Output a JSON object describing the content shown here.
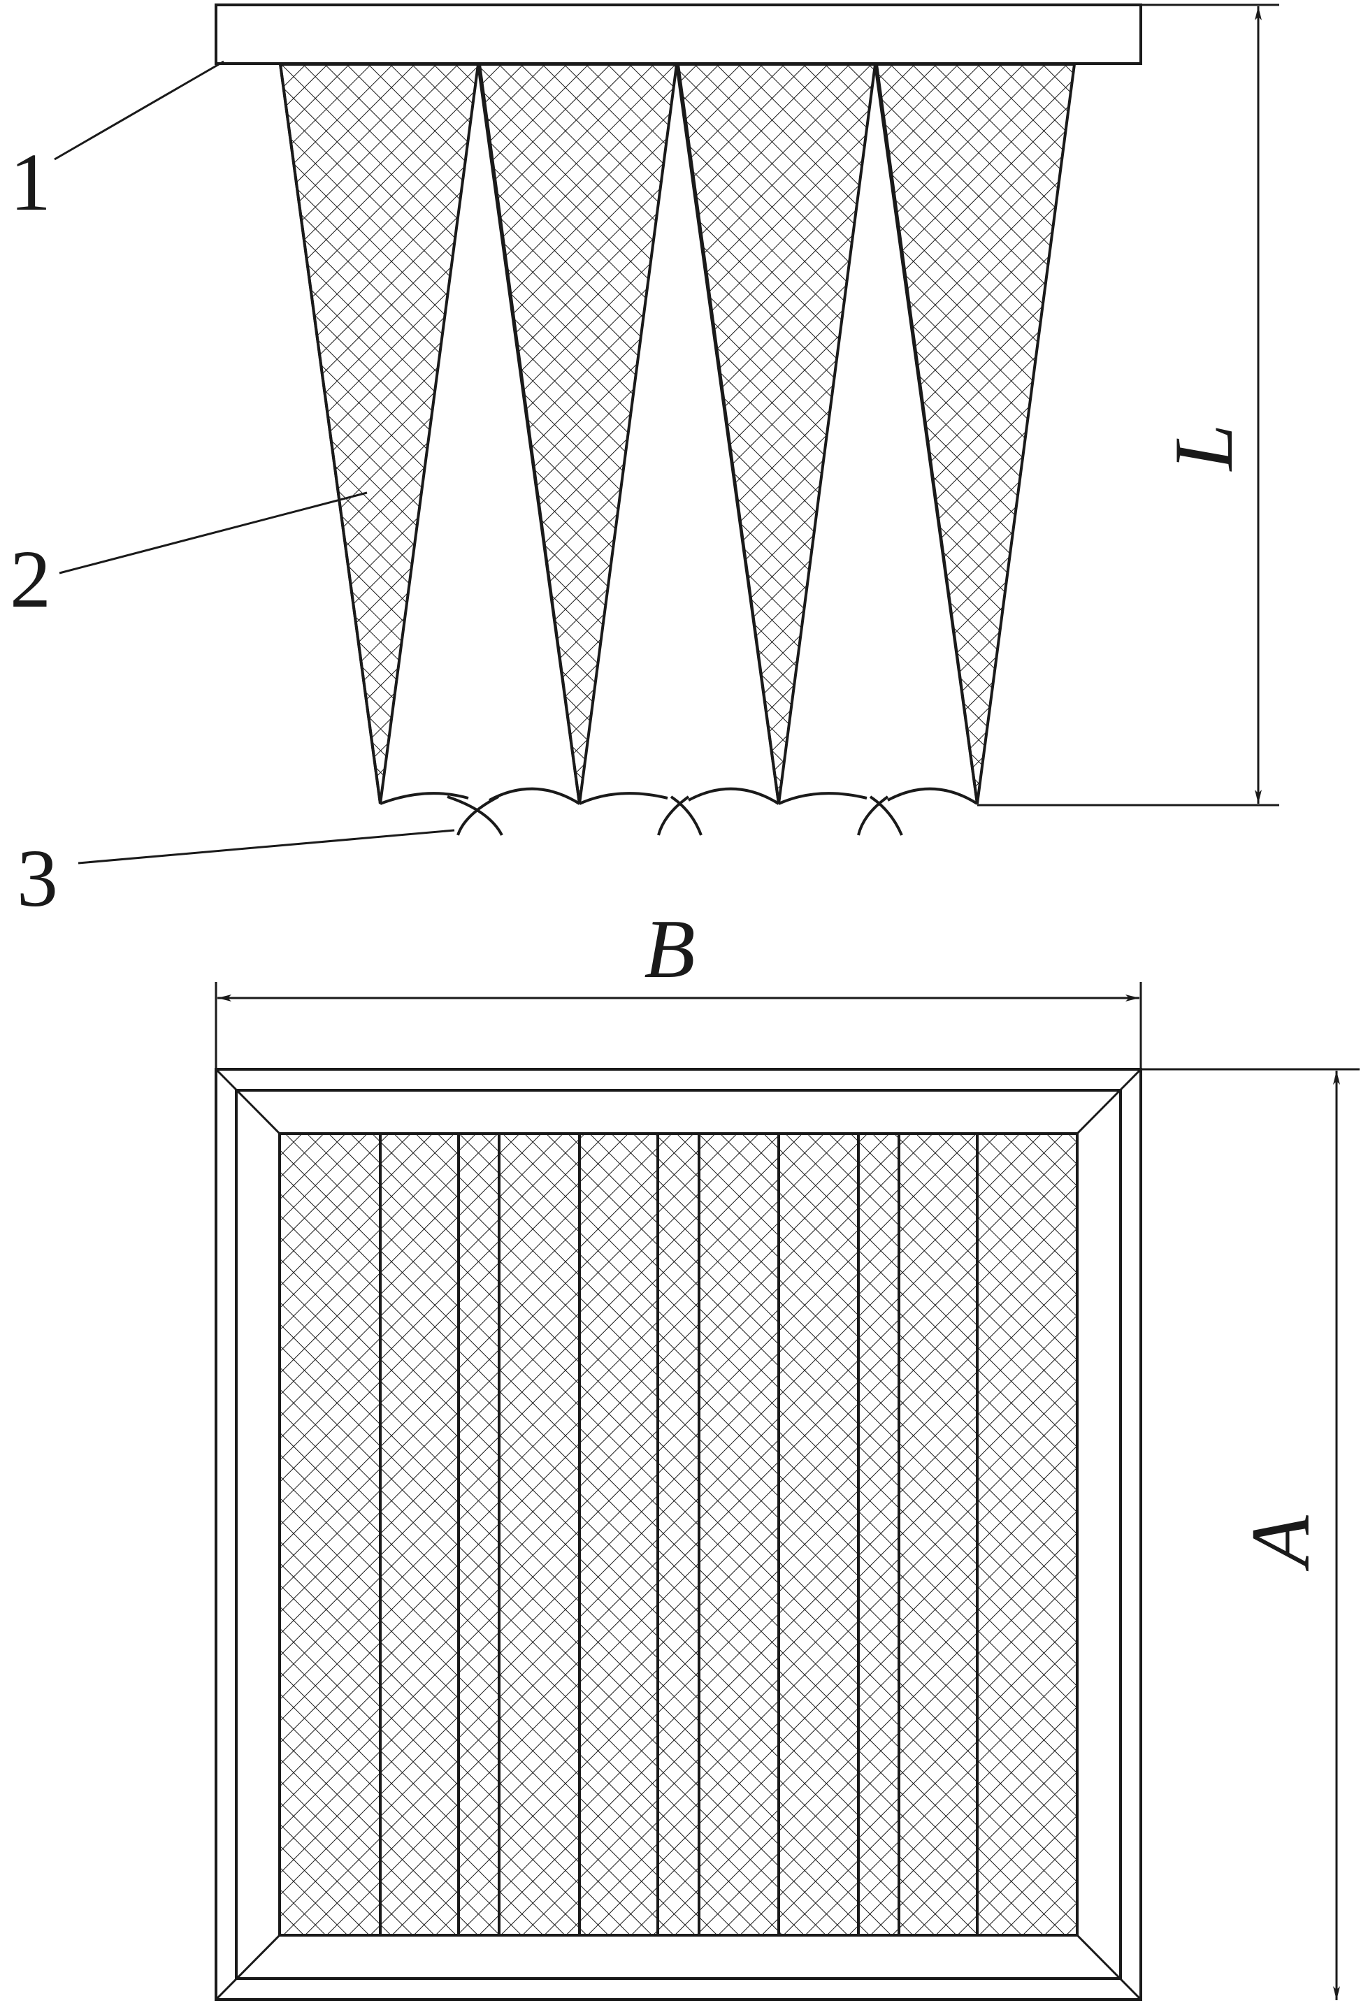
{
  "figure": {
    "part_labels": [
      "1",
      "2",
      "3"
    ],
    "dimension_labels": {
      "length": "L",
      "width": "B",
      "height": "A"
    }
  },
  "colors": {
    "line": "#1a1a1a",
    "background": "#ffffff"
  }
}
